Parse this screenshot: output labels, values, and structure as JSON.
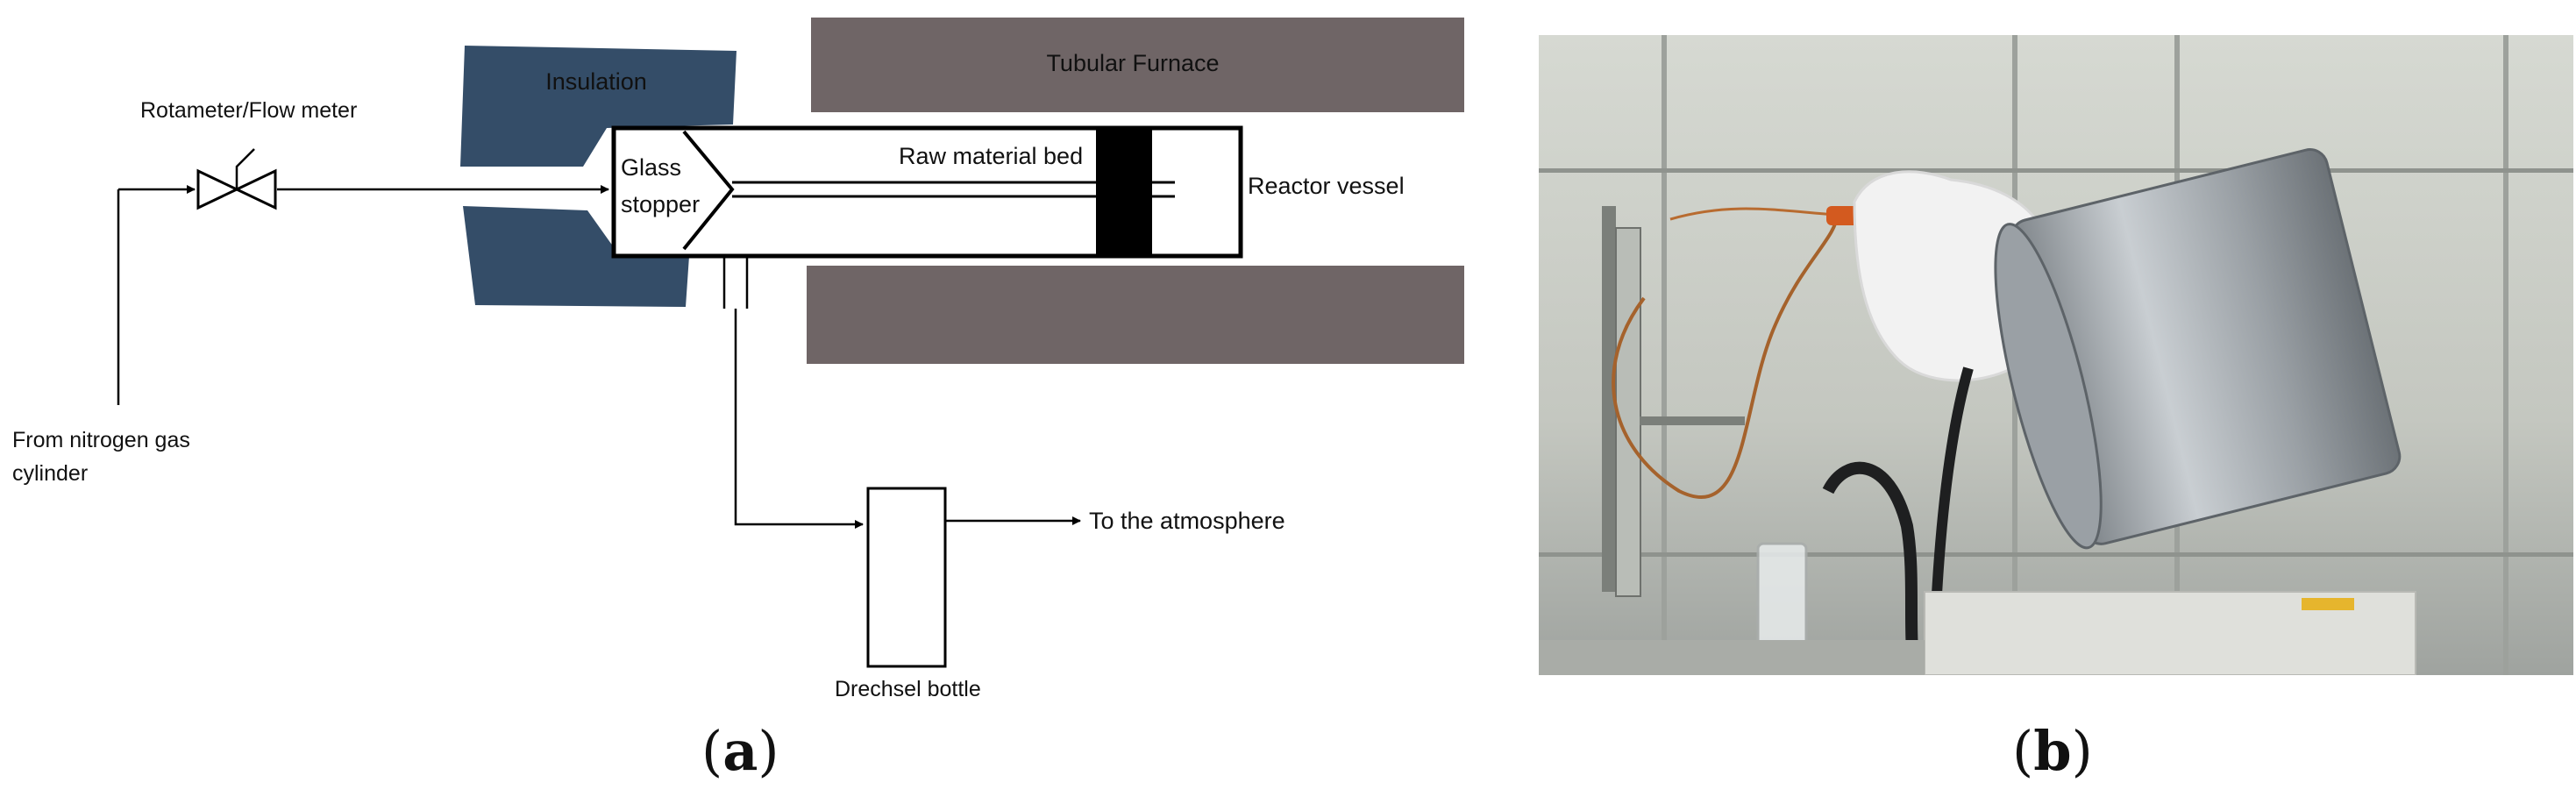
{
  "diagram": {
    "labels": {
      "insulation": "Insulation",
      "tubular_furnace": "Tubular Furnace",
      "rotameter": "Rotameter/Flow meter",
      "glass_stopper_line1": "Glass",
      "glass_stopper_line2": "stopper",
      "raw_material_bed": "Raw material bed",
      "reactor_vessel": "Reactor vessel",
      "nitrogen_line1": "From nitrogen gas",
      "nitrogen_line2": "cylinder",
      "to_atmosphere": "To the atmosphere",
      "drechsel_bottle": "Drechsel bottle"
    },
    "colors": {
      "insulation": "#344d68",
      "furnace": "#6f6566",
      "line": "#000000"
    }
  },
  "photo": {
    "colors": {
      "background": "#c9ccc4",
      "hood_frame": "#9da19c",
      "insulation_wool": "#f2f2f2",
      "furnace_shell": "#aeb3b7",
      "base_unit": "#dfe0db"
    }
  },
  "captions": {
    "a_open": "(",
    "a_letter": "a",
    "a_close": ")",
    "b_open": "(",
    "b_letter": "b",
    "b_close": ")"
  }
}
